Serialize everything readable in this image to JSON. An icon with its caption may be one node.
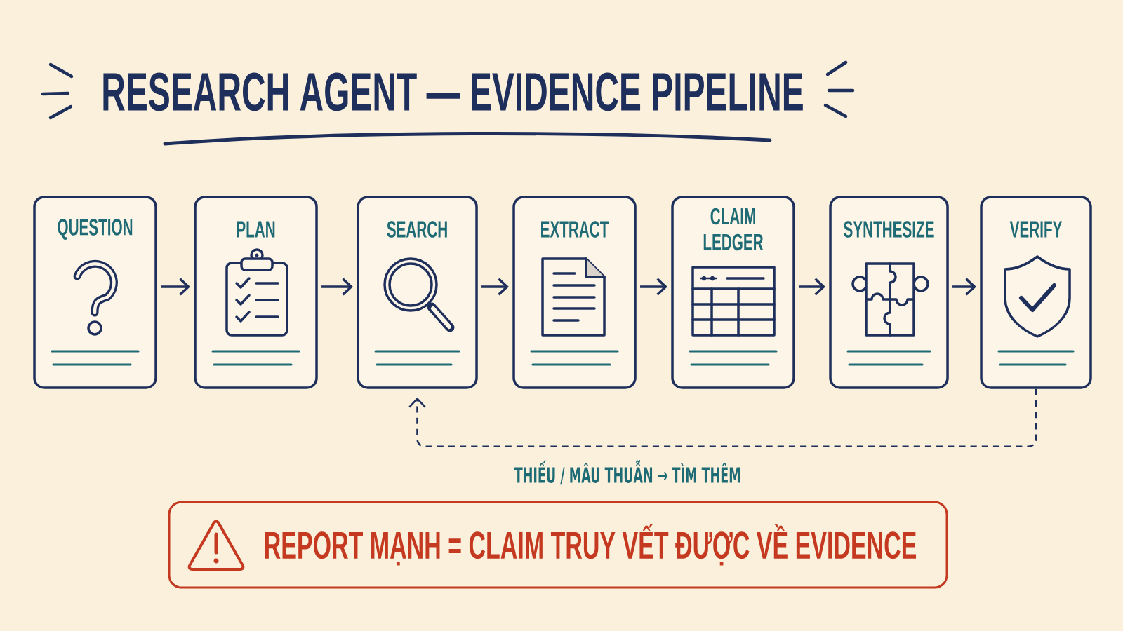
{
  "diagram": {
    "title": "RESEARCH AGENT — EVIDENCE PIPELINE",
    "nodes": [
      {
        "text": [
          "QUESTION"
        ]
      },
      {
        "text": [
          "PLAN"
        ]
      },
      {
        "text": [
          "SEARCH"
        ]
      },
      {
        "text": [
          "EXTRACT"
        ]
      },
      {
        "text": [
          "CLAIM LEDGER"
        ]
      },
      {
        "text": [
          "SYNTHESIZE"
        ]
      },
      {
        "text": [
          "VERIFY"
        ]
      },
      {
        "text": [
          "REPORT MẠNH = CLAIM TRUY VẾT ĐƯỢC VỀ EVIDENCE"
        ]
      }
    ],
    "edges": [
      {
        "from": 0,
        "to": 1,
        "arrow": "to"
      },
      {
        "from": 1,
        "to": 2,
        "arrow": "to"
      },
      {
        "from": 2,
        "to": 3,
        "arrow": "to"
      },
      {
        "from": 3,
        "to": 4,
        "arrow": "to"
      },
      {
        "from": 4,
        "to": 5,
        "arrow": "to"
      },
      {
        "from": 5,
        "to": 6,
        "arrow": "to"
      },
      {
        "from": 6,
        "to": 2,
        "arrow": "to",
        "style": "dashed",
        "label": "THIẾU / MÂU THUẪN → TÌM THÊM"
      }
    ]
  }
}
